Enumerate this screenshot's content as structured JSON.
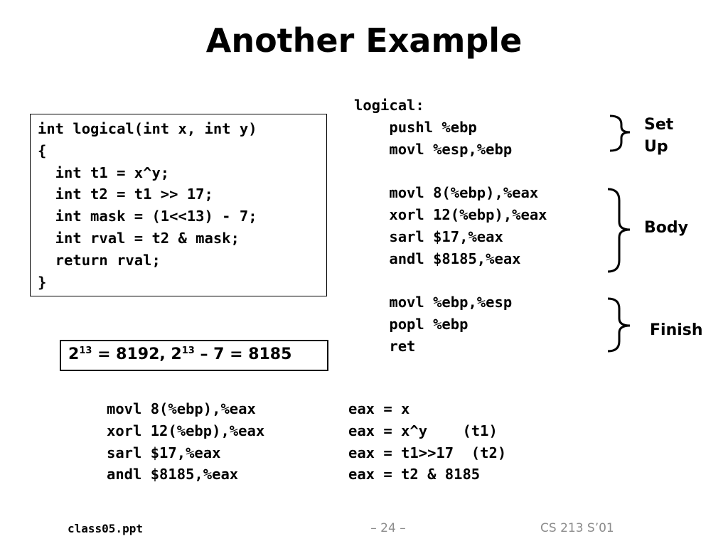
{
  "slide": {
    "title": "Another Example",
    "c_code": [
      "int logical(int x, int y)",
      "{",
      "  int t1 = x^y;",
      "  int t2 = t1 >> 17;",
      "  int mask = (1<<13) - 7;",
      "  int rval = t2 & mask;",
      "  return rval;",
      "}"
    ],
    "asm_code": [
      "logical:",
      "    pushl %ebp",
      "    movl %esp,%ebp",
      "",
      "    movl 8(%ebp),%eax",
      "    xorl 12(%ebp),%eax",
      "    sarl $17,%eax",
      "    andl $8185,%eax",
      "",
      "    movl %ebp,%esp",
      "    popl %ebp",
      "    ret"
    ],
    "brace_labels": {
      "setup_line1": "Set",
      "setup_line2": "Up",
      "body": "Body",
      "finish": "Finish"
    },
    "power_note": {
      "base1": "2",
      "exp1": "13",
      "mid": " = 8192, ",
      "base2": "2",
      "exp2": "13",
      "tail": " – 7 = 8185"
    },
    "bottom_asm": [
      "movl 8(%ebp),%eax",
      "xorl 12(%ebp),%eax",
      "sarl $17,%eax",
      "andl $8185,%eax"
    ],
    "bottom_eq": [
      "eax = x",
      "eax = x^y    (t1)",
      "eax = t1>>17  (t2)",
      "eax = t2 & 8185"
    ],
    "footer": {
      "file": "class05.ppt",
      "page": "– 24 –",
      "course": "CS 213 S’01"
    }
  }
}
